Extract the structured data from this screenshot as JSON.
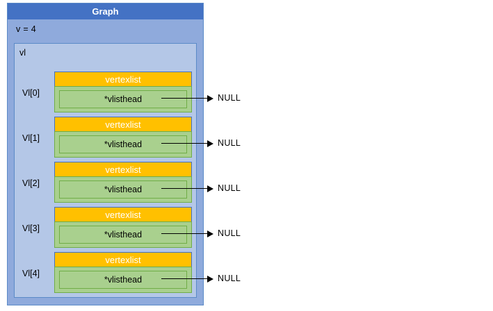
{
  "diagram": {
    "title": "Graph",
    "fields": [
      {
        "label": "v = 4"
      }
    ],
    "container": {
      "label": "vl",
      "entries": [
        {
          "index_label": "Vl[0]",
          "struct_name": "vertexlist",
          "member": "*vlisthead",
          "points_to": "NULL"
        },
        {
          "index_label": "Vl[1]",
          "struct_name": "vertexlist",
          "member": "*vlisthead",
          "points_to": "NULL"
        },
        {
          "index_label": "Vl[2]",
          "struct_name": "vertexlist",
          "member": "*vlisthead",
          "points_to": "NULL"
        },
        {
          "index_label": "Vl[3]",
          "struct_name": "vertexlist",
          "member": "*vlisthead",
          "points_to": "NULL"
        },
        {
          "index_label": "Vl[4]",
          "struct_name": "vertexlist",
          "member": "*vlisthead",
          "points_to": "NULL"
        }
      ]
    }
  },
  "colors": {
    "title_bar": "#4472C4",
    "outer_box": "#8FAADC",
    "inner_box": "#B4C7E7",
    "struct_header": "#FFC000",
    "struct_body": "#A9D08E",
    "struct_body_border": "#70AD47",
    "arrow": "#000000",
    "page_background": "#FFFFFF"
  }
}
